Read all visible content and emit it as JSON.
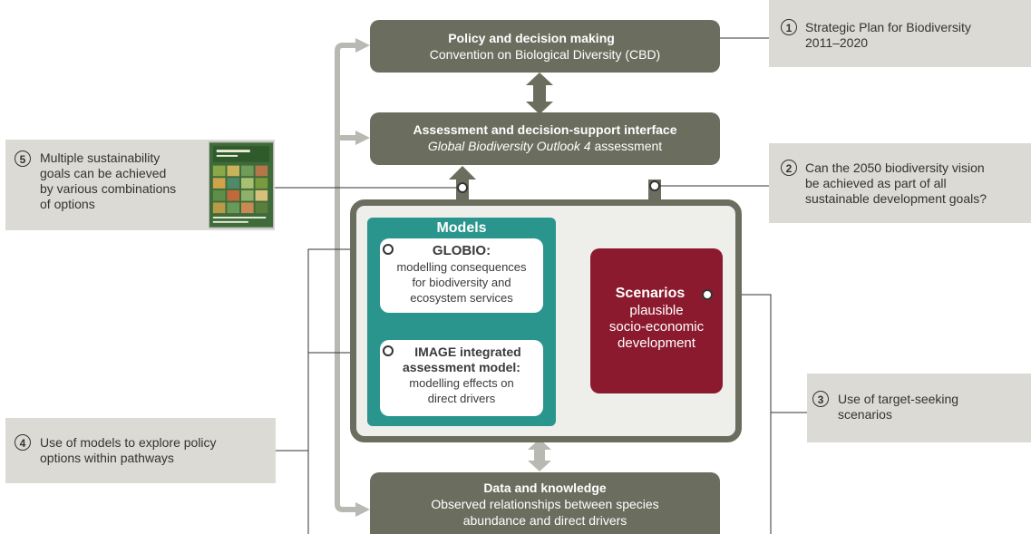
{
  "boxes": {
    "policy": {
      "title": "Policy and decision making",
      "subtitle": "Convention on Biological Diversity (CBD)"
    },
    "assessment": {
      "title": "Assessment and decision-support interface",
      "subtitle_italic": "Global Biodiversity Outlook 4",
      "subtitle_rest": " assessment"
    },
    "data": {
      "title": "Data and knowledge",
      "line1": "Observed relationships between species",
      "line2": "abundance and direct drivers"
    }
  },
  "models": {
    "title": "Models",
    "globio": {
      "title": "GLOBIO:",
      "line1": "modelling consequences",
      "line2": "for biodiversity and",
      "line3": "ecosystem services"
    },
    "image": {
      "title1": "IMAGE integrated",
      "title2": "assessment model:",
      "line1": "modelling effects on",
      "line2": "direct drivers"
    }
  },
  "scenarios": {
    "title": "Scenarios",
    "line1": "plausible",
    "line2": "socio-economic",
    "line3": "development"
  },
  "notes": [
    {
      "num": "1",
      "line1": "Strategic Plan for Biodiversity",
      "line2": "2011–2020"
    },
    {
      "num": "2",
      "line1": "Can the 2050 biodiversity vision",
      "line2": "be achieved as part of all",
      "line3": "sustainable development goals?"
    },
    {
      "num": "3",
      "line1": "Use of target-seeking",
      "line2": "scenarios"
    },
    {
      "num": "4",
      "line1": "Use of models to explore policy",
      "line2": "options within pathways"
    },
    {
      "num": "5",
      "line1": "Multiple sustainability",
      "line2": "goals can be achieved",
      "line3": "by various combinations",
      "line4": "of options"
    }
  ],
  "colors": {
    "dark": "#6b6e5f",
    "teal": "#2a958c",
    "maroon": "#8c1a2e",
    "note_bg": "#dcdad4",
    "light_arrow": "#b9b9b3"
  }
}
